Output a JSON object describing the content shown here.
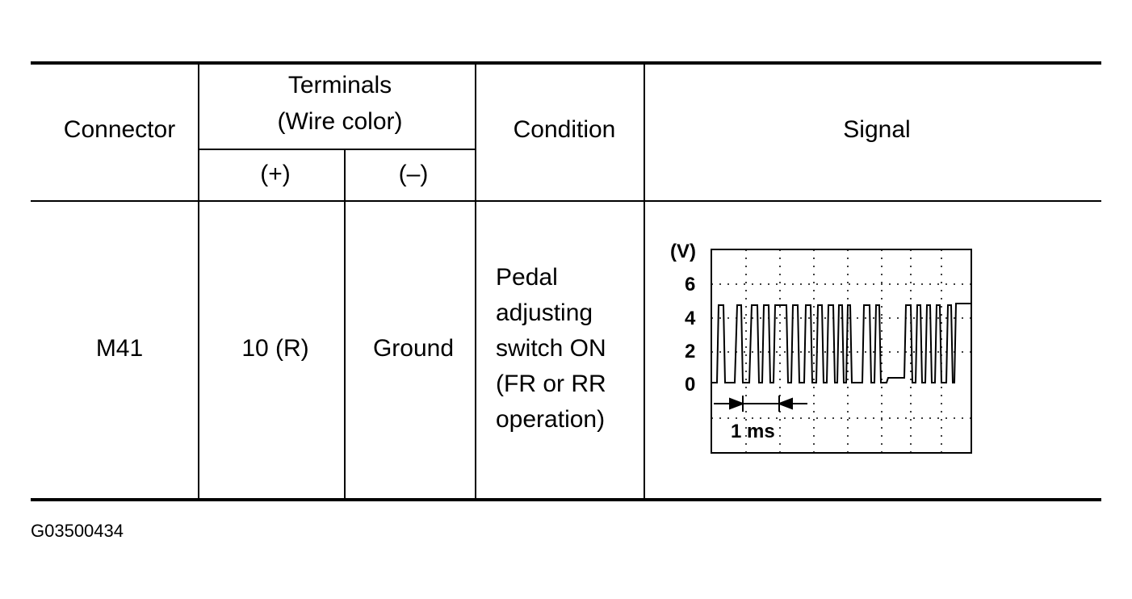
{
  "table": {
    "headers": {
      "connector": "Connector",
      "terminals_line1": "Terminals",
      "terminals_line2": "(Wire color)",
      "plus": "(+)",
      "minus": "(–)",
      "condition": "Condition",
      "signal": "Signal"
    },
    "row": {
      "connector": "M41",
      "plus": "10 (R)",
      "minus": "Ground",
      "condition_lines": [
        "Pedal",
        "adjusting",
        "switch ON",
        "(FR or RR",
        "operation)"
      ]
    }
  },
  "signal_graph": {
    "unit_label": "(V)",
    "y_ticks": [
      "6",
      "4",
      "2",
      "0"
    ],
    "time_label": "1 ms"
  },
  "figure_id": "G03500434"
}
